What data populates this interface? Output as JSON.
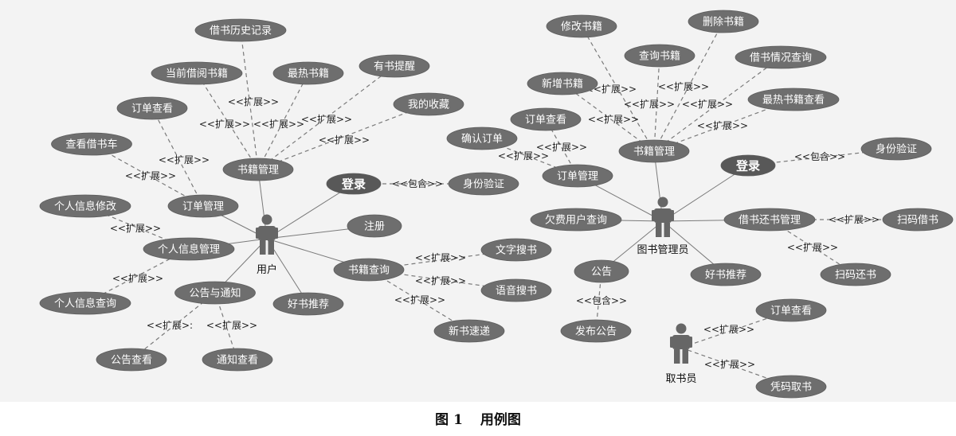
{
  "caption": {
    "number": "图 1",
    "title": "用例图"
  },
  "colors": {
    "node": "#6e6e6e",
    "node_highlight": "#585858",
    "node_text": "#ffffff",
    "line": "#7a7a7a",
    "edge_label": "#222222"
  },
  "actors": [
    {
      "id": "user",
      "label": "用户"
    },
    {
      "id": "librarian",
      "label": "图书管理员"
    },
    {
      "id": "fetcher",
      "label": "取书员"
    }
  ],
  "use_cases": [
    {
      "id": "u_history",
      "label": "借书历史记录"
    },
    {
      "id": "u_current",
      "label": "当前借阅书籍"
    },
    {
      "id": "u_hot",
      "label": "最热书籍"
    },
    {
      "id": "u_remind",
      "label": "有书提醒"
    },
    {
      "id": "u_fav",
      "label": "我的收藏"
    },
    {
      "id": "u_order_view",
      "label": "订单查看"
    },
    {
      "id": "u_cart",
      "label": "查看借书车"
    },
    {
      "id": "u_book_mgmt",
      "label": "书籍管理"
    },
    {
      "id": "u_login",
      "label": "登录"
    },
    {
      "id": "u_auth",
      "label": "身份验证"
    },
    {
      "id": "u_order_mgmt",
      "label": "订单管理"
    },
    {
      "id": "u_info_edit",
      "label": "个人信息修改"
    },
    {
      "id": "u_info_mgmt",
      "label": "个人信息管理"
    },
    {
      "id": "u_register",
      "label": "注册"
    },
    {
      "id": "u_book_query",
      "label": "书籍查询"
    },
    {
      "id": "u_text_search",
      "label": "文字搜书"
    },
    {
      "id": "u_voice_search",
      "label": "语音搜书"
    },
    {
      "id": "u_new_express",
      "label": "新书速递"
    },
    {
      "id": "u_info_query",
      "label": "个人信息查询"
    },
    {
      "id": "u_notice_mgmt",
      "label": "公告与通知"
    },
    {
      "id": "u_recommend",
      "label": "好书推荐"
    },
    {
      "id": "u_notice_view",
      "label": "公告查看"
    },
    {
      "id": "u_notify_view",
      "label": "通知查看"
    },
    {
      "id": "l_edit_book",
      "label": "修改书籍"
    },
    {
      "id": "l_delete_book",
      "label": "删除书籍"
    },
    {
      "id": "l_query_book",
      "label": "查询书籍"
    },
    {
      "id": "l_borrow_status",
      "label": "借书情况查询"
    },
    {
      "id": "l_new_book",
      "label": "新增书籍"
    },
    {
      "id": "l_hot_view",
      "label": "最热书籍查看"
    },
    {
      "id": "l_order_view",
      "label": "订单查看"
    },
    {
      "id": "l_confirm_order",
      "label": "确认订单"
    },
    {
      "id": "l_book_mgmt",
      "label": "书籍管理"
    },
    {
      "id": "l_login",
      "label": "登录"
    },
    {
      "id": "l_auth",
      "label": "身份验证"
    },
    {
      "id": "l_order_mgmt",
      "label": "订单管理"
    },
    {
      "id": "l_debt_query",
      "label": "欠费用户查询"
    },
    {
      "id": "l_borrow_return",
      "label": "借书还书管理"
    },
    {
      "id": "l_scan_borrow",
      "label": "扫码借书"
    },
    {
      "id": "l_scan_return",
      "label": "扫码还书"
    },
    {
      "id": "l_notice",
      "label": "公告"
    },
    {
      "id": "l_recommend",
      "label": "好书推荐"
    },
    {
      "id": "l_publish",
      "label": "发布公告"
    },
    {
      "id": "f_order_view",
      "label": "订单查看"
    },
    {
      "id": "f_pickup",
      "label": "凭码取书"
    }
  ],
  "edge_labels": {
    "extend": "<<扩展>>",
    "include": "<<包含>>",
    "extend_colon": "<<扩展>:",
    "extend_tail": "<<扩展>>"
  }
}
